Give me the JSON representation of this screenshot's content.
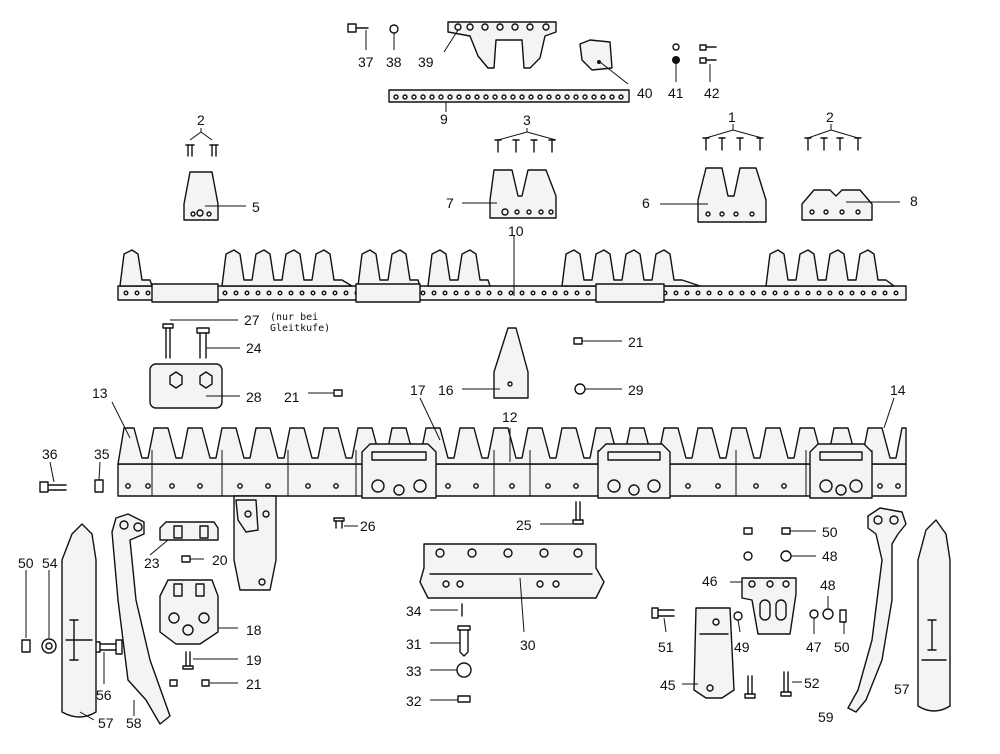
{
  "diagram": {
    "labels": {
      "p1": "1",
      "p2a": "2",
      "p2b": "2",
      "p3": "3",
      "p5": "5",
      "p6": "6",
      "p7": "7",
      "p8": "8",
      "p9": "9",
      "p10": "10",
      "p12": "12",
      "p13": "13",
      "p14": "14",
      "p16": "16",
      "p17": "17",
      "p18": "18",
      "p19": "19",
      "p20": "20",
      "p21a": "21",
      "p21b": "21",
      "p21c": "21",
      "p23": "23",
      "p24": "24",
      "p25": "25",
      "p26": "26",
      "p27": "27",
      "p28": "28",
      "p29": "29",
      "p30": "30",
      "p31": "31",
      "p32": "32",
      "p33": "33",
      "p34": "34",
      "p35": "35",
      "p36": "36",
      "p37": "37",
      "p38": "38",
      "p39": "39",
      "p40": "40",
      "p41": "41",
      "p42": "42",
      "p45": "45",
      "p46": "46",
      "p47": "47",
      "p48a": "48",
      "p48b": "48",
      "p49": "49",
      "p50a": "50",
      "p50b": "50",
      "p50c": "50",
      "p51": "51",
      "p52": "52",
      "p54": "54",
      "p56": "56",
      "p57a": "57",
      "p57b": "57",
      "p58": "58",
      "p59": "59"
    },
    "note_line1": "(nur bei",
    "note_line2": "Gleitkufe)"
  }
}
